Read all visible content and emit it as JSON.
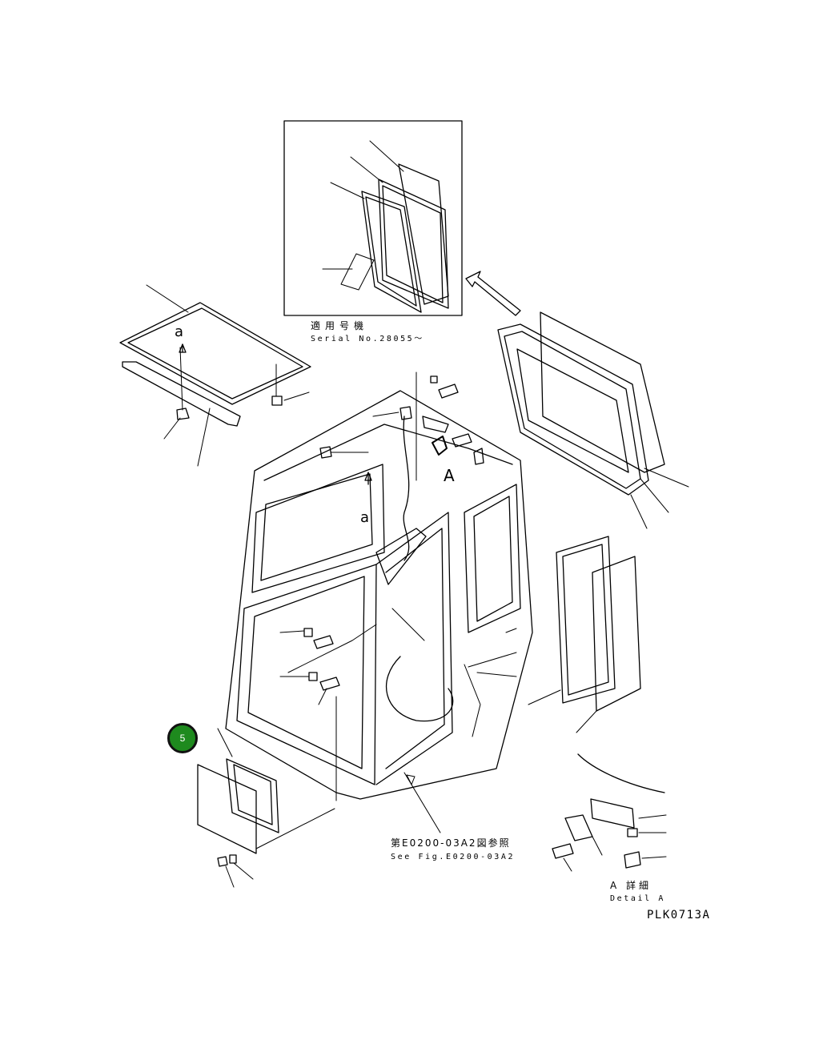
{
  "callout": {
    "number": "5",
    "color": "#1e8a1e"
  },
  "inset": {
    "applicability_jp": "適用号機",
    "serial": "Serial No.28055～"
  },
  "markers": {
    "view_a_top": "a",
    "view_a_cab": "a",
    "detail_A": "A"
  },
  "reference": {
    "jp": "第E0200-03A2図参照",
    "en": "See Fig.E0200-03A2"
  },
  "detail": {
    "jp": "A 詳細",
    "en": "Detail A"
  },
  "drawing_code": "PLK0713A"
}
